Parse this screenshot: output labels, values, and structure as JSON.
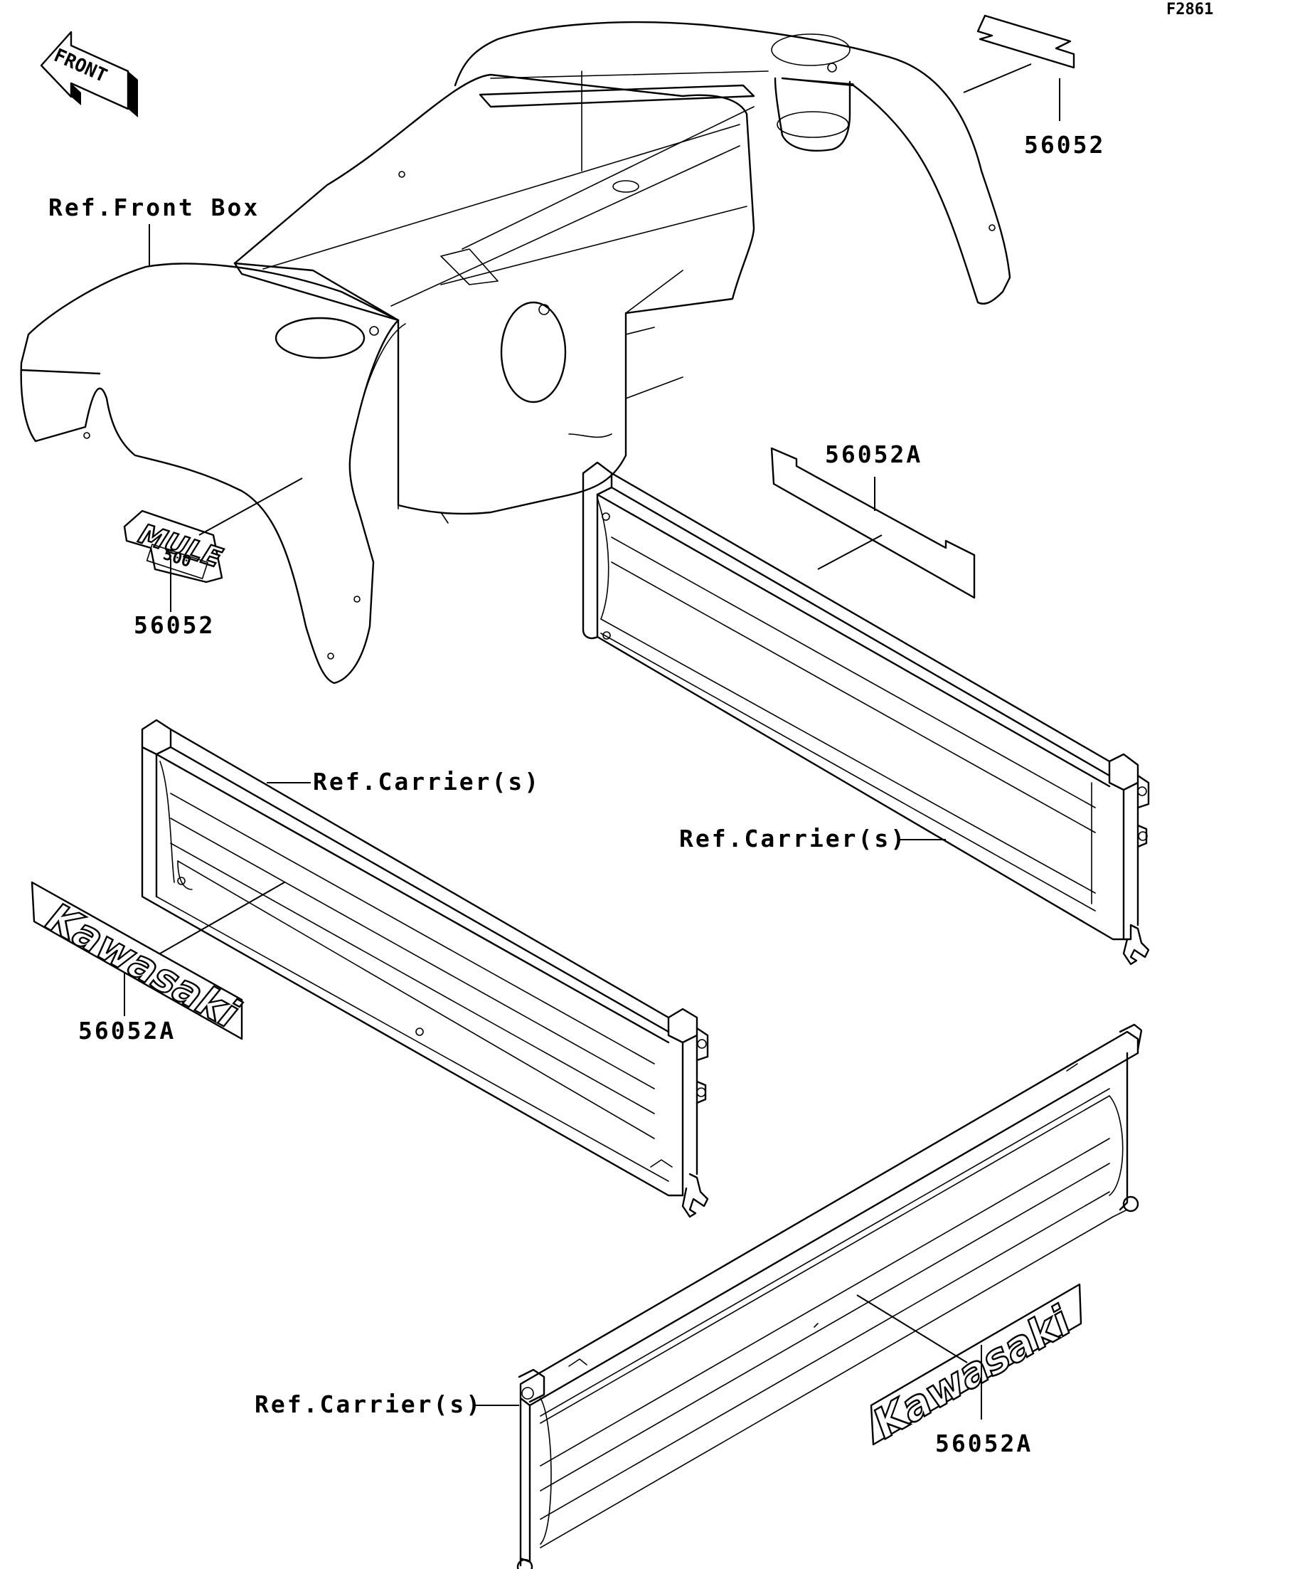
{
  "figure_code": "F2861",
  "front_arrow": {
    "label": "FRONT"
  },
  "labels": {
    "ref_front_box": "Ref.Front Box",
    "part_56052_top": "56052",
    "part_56052_mule": "56052",
    "part_56052a_panel": "56052A",
    "ref_carrier_left": "Ref.Carrier(s)",
    "ref_carrier_right": "Ref.Carrier(s)",
    "part_56052a_left": "56052A",
    "ref_carrier_tailgate": "Ref.Carrier(s)",
    "part_56052a_bottom": "56052A"
  },
  "decals": {
    "mule_text": "MULE",
    "mule_sub": "500",
    "kawasaki_text": "Kawasaki"
  }
}
